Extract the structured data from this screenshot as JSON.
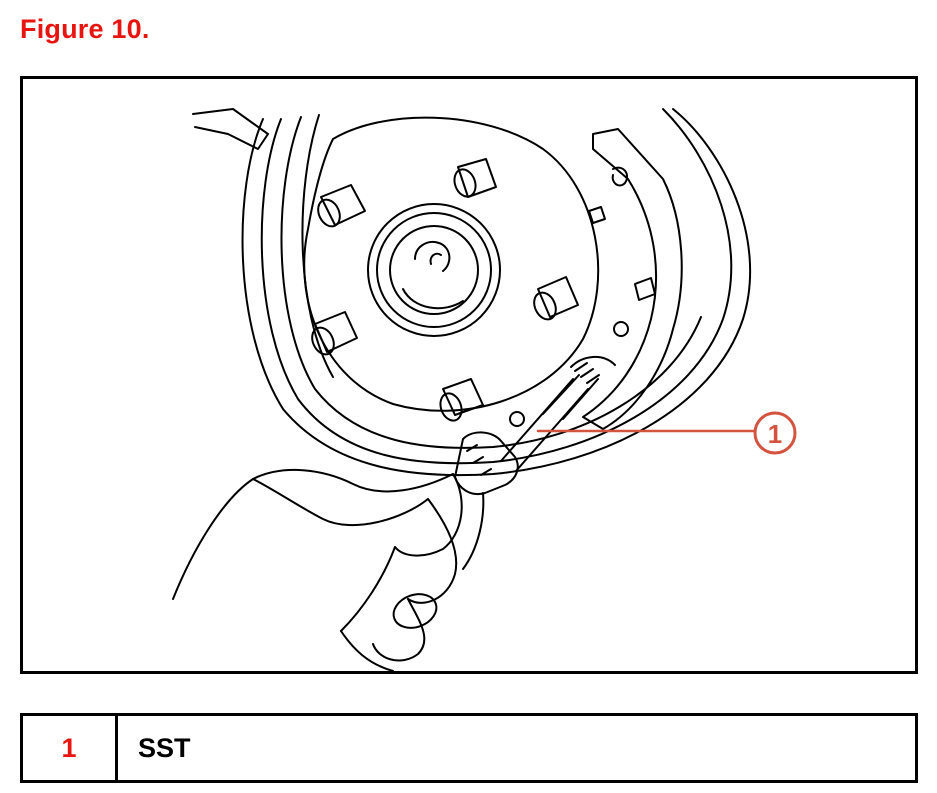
{
  "figure": {
    "title": "Figure 10."
  },
  "callouts": [
    {
      "number": "1"
    }
  ],
  "legend": [
    {
      "number": "1",
      "label": "SST"
    }
  ],
  "colors": {
    "accent": "#e8140f",
    "callout": "#d4533f",
    "line": "#000000"
  }
}
